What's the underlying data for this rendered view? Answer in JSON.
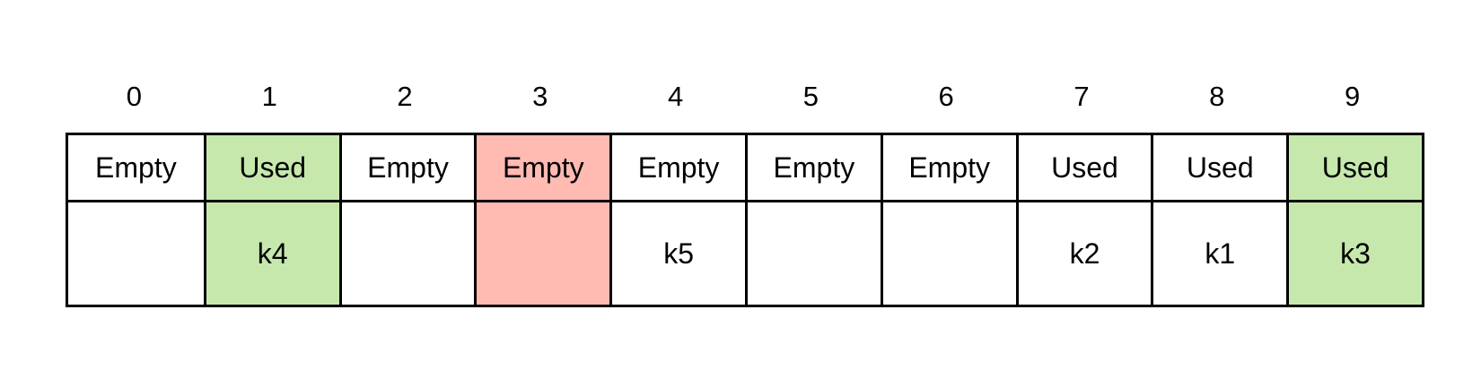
{
  "colors": {
    "used_highlight": "#c6e8ad",
    "empty_highlight": "#ffbab2",
    "default": "#ffffff",
    "border": "#000000"
  },
  "slots": [
    {
      "index": "0",
      "status": "Empty",
      "key": "",
      "highlight": "default"
    },
    {
      "index": "1",
      "status": "Used",
      "key": "k4",
      "highlight": "used_highlight"
    },
    {
      "index": "2",
      "status": "Empty",
      "key": "",
      "highlight": "default"
    },
    {
      "index": "3",
      "status": "Empty",
      "key": "",
      "highlight": "empty_highlight"
    },
    {
      "index": "4",
      "status": "Empty",
      "key": "k5",
      "highlight": "default"
    },
    {
      "index": "5",
      "status": "Empty",
      "key": "",
      "highlight": "default"
    },
    {
      "index": "6",
      "status": "Empty",
      "key": "",
      "highlight": "default"
    },
    {
      "index": "7",
      "status": "Used",
      "key": "k2",
      "highlight": "default"
    },
    {
      "index": "8",
      "status": "Used",
      "key": "k1",
      "highlight": "default"
    },
    {
      "index": "9",
      "status": "Used",
      "key": "k3",
      "highlight": "used_highlight"
    }
  ]
}
